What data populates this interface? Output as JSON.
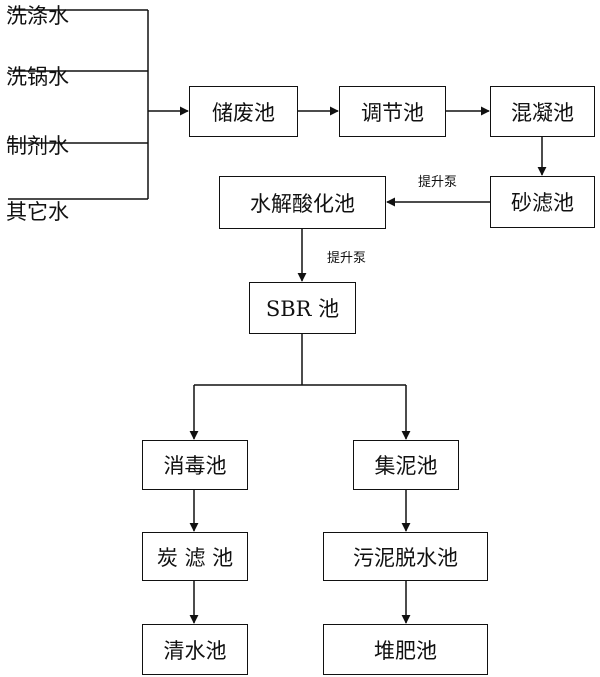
{
  "sources": [
    "洗涤水",
    "洗锅水",
    "制剂水",
    "其它水"
  ],
  "nodes": {
    "storage": "储废池",
    "regulating": "调节池",
    "coagulation": "混凝池",
    "sand_filter": "砂滤池",
    "hydrolysis": "水解酸化池",
    "sbr": "SBR 池",
    "disinfection": "消毒池",
    "carbon_filter": "炭 滤 池",
    "clear_water": "清水池",
    "sludge_collect": "集泥池",
    "sludge_dewater": "污泥脱水池",
    "compost": "堆肥池"
  },
  "labels": {
    "pump_1": "提升泵",
    "pump_2": "提升泵"
  }
}
